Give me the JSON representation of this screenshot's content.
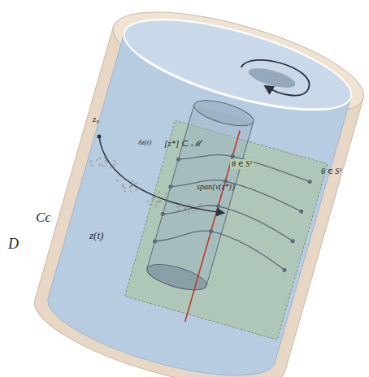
{
  "diagram": {
    "labels": [
      "[z*] ⊂ ℳ",
      "span{v(z*)}",
      "θ ∈ S¹",
      "θ ∈ S¹",
      "z₀",
      "δz(t)",
      "z(t)",
      "Cϵ",
      "D"
    ]
  }
}
